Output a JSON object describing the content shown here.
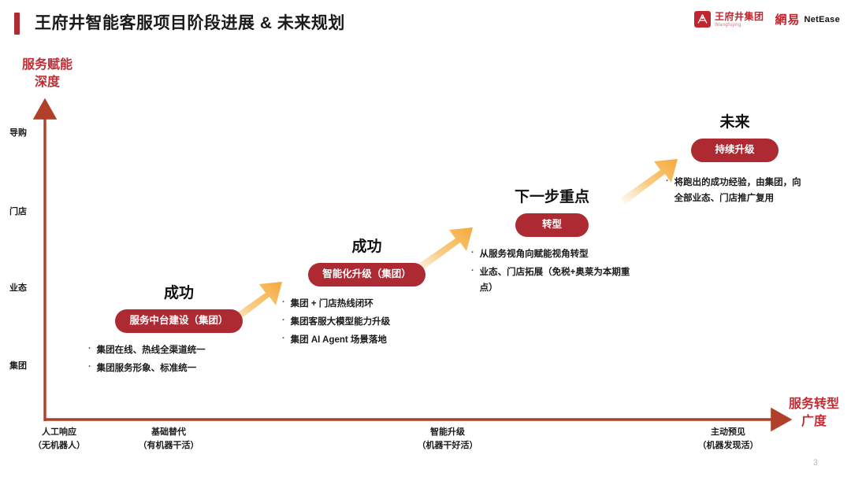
{
  "header": {
    "title": "王府井智能客服项目阶段进展 & 未来规划",
    "accent_color": "#B02A33"
  },
  "logos": {
    "wangfujing": {
      "icon": "wangfujing-mark-icon",
      "cn": "王府井集团",
      "en": "Wangfujing"
    },
    "netease": {
      "cn": "網易",
      "en": "NetEase"
    }
  },
  "axes": {
    "y": {
      "title_line1": "服务赋能",
      "title_line2": "深度",
      "color": "#C32B33",
      "ticks": [
        "导购",
        "门店",
        "业态",
        "集团"
      ]
    },
    "x": {
      "title_line1": "服务转型",
      "title_line2": "广度",
      "color": "#C32B33",
      "ticks": [
        {
          "main": "人工响应",
          "sub": "（无机器人）"
        },
        {
          "main": "基础替代",
          "sub": "（有机器干活）"
        },
        {
          "main": "智能升级",
          "sub": "（机器干好活）"
        },
        {
          "main": "主动预见",
          "sub": "（机器发现活）"
        }
      ]
    }
  },
  "stages": [
    {
      "heading": "成功",
      "pill": "服务中台建设（集团）",
      "bullets": [
        "集团在线、热线全渠道统一",
        "集团服务形象、标准统一"
      ]
    },
    {
      "heading": "成功",
      "pill": "智能化升级（集团）",
      "bullets": [
        "集团 + 门店热线闭环",
        "集团客服大模型能力升级",
        "集团 AI Agent 场景落地"
      ]
    },
    {
      "heading": "下一步重点",
      "pill": "转型",
      "bullets": [
        "从服务视角向赋能视角转型",
        "业态、门店拓展（免税+奥莱为本期重点）"
      ]
    },
    {
      "heading": "未来",
      "pill": "持续升级",
      "bullets": [
        "将跑出的成功经验，由集团，向全部业态、门店推广复用"
      ]
    }
  ],
  "colors": {
    "pill_red": "#AD2A33",
    "axis_red": "#B0402A",
    "arrow_orange": "#F5A93C"
  },
  "footer": {
    "page_number": "3"
  }
}
